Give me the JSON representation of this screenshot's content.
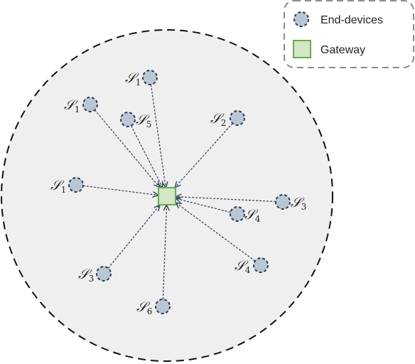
{
  "legend": {
    "end_devices_label": "End-devices",
    "gateway_label": "Gateway"
  },
  "colors": {
    "area_fill": "#efefef",
    "area_stroke": "#111111",
    "device_fill": "#b9c6d4",
    "device_stroke": "#2a3b55",
    "gateway_fill": "#d4e6c6",
    "gateway_stroke": "#6aaa52",
    "link": "#2a3b55"
  },
  "devices": [
    {
      "symbol": "𝒮",
      "subscript": "1"
    },
    {
      "symbol": "𝒮",
      "subscript": "1"
    },
    {
      "symbol": "𝒮",
      "subscript": "5"
    },
    {
      "symbol": "𝒮",
      "subscript": "2"
    },
    {
      "symbol": "𝒮",
      "subscript": "1"
    },
    {
      "symbol": "𝒮",
      "subscript": "3"
    },
    {
      "symbol": "𝒮",
      "subscript": "4"
    },
    {
      "symbol": "𝒮",
      "subscript": "3"
    },
    {
      "symbol": "𝒮",
      "subscript": "4"
    },
    {
      "symbol": "𝒮",
      "subscript": "6"
    }
  ]
}
